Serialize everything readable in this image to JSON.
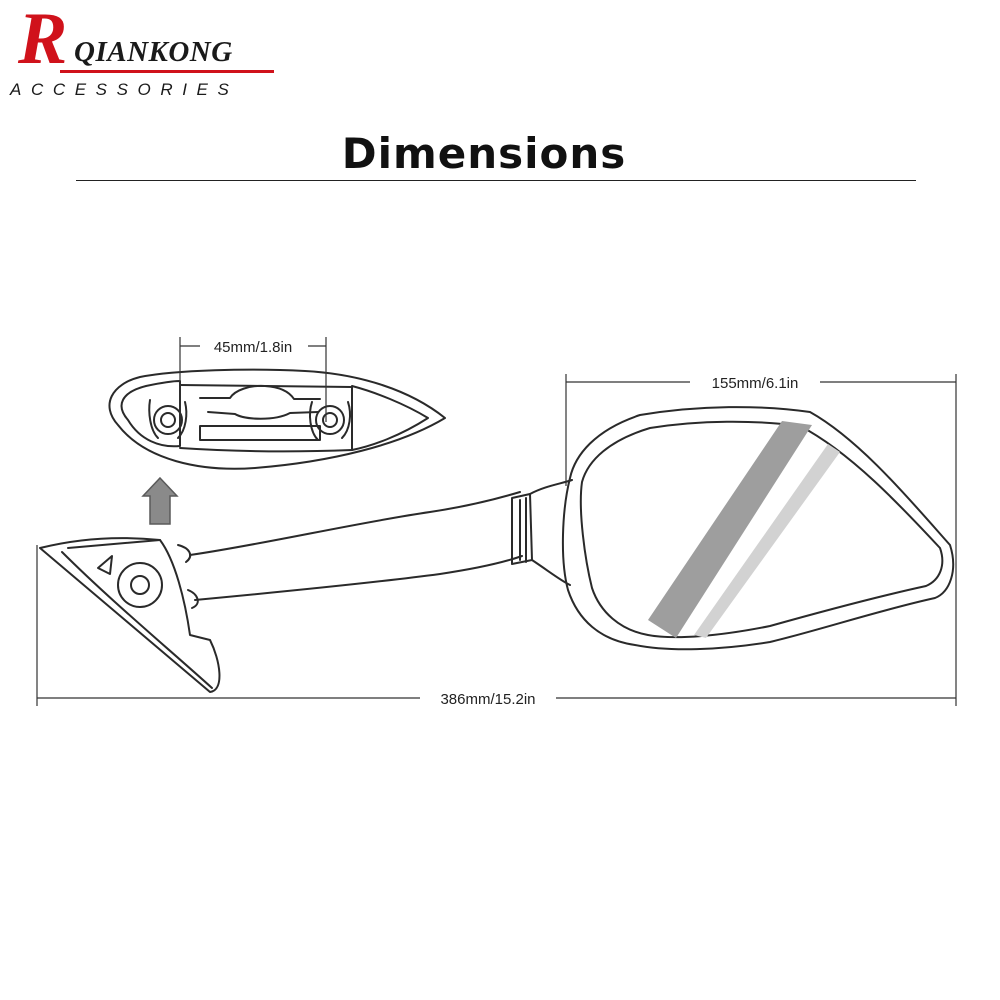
{
  "brand": {
    "initial": "R",
    "name": "QIANKONG",
    "tagline": "ACCESSORIES"
  },
  "title": "Dimensions",
  "dimensions": {
    "mount_hole_spacing": "45mm/1.8in",
    "mirror_width": "155mm/6.1in",
    "total_length": "386mm/15.2in"
  },
  "colors": {
    "brand_red": "#d0121b",
    "line": "#2a2a2a",
    "glass_stripe": "#9e9e9e",
    "arrow": "#8a8a8a"
  }
}
